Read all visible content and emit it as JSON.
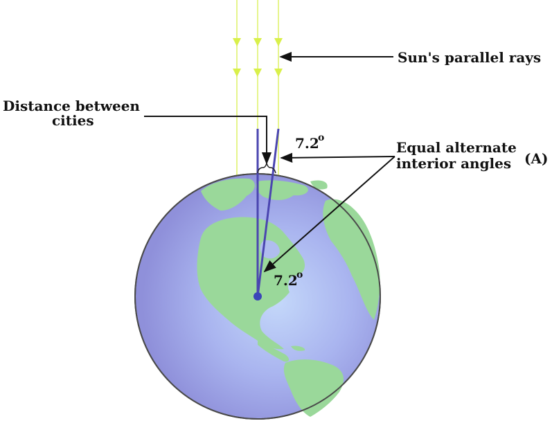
{
  "labels": {
    "sun_rays": "Sun's parallel rays",
    "distance_line1": "Distance between",
    "distance_line2": "cities",
    "angle_top": "7.2",
    "angle_center": "7.2",
    "degree_mark": "o",
    "equal_line1": "Equal alternate",
    "equal_line2": "interior  angles",
    "marker": "(A)"
  },
  "colors": {
    "ray": "#e3f58a",
    "ray_arrow": "#d9f04a",
    "radius_line": "#4a45b0",
    "center_dot": "#3b44b8",
    "ocean_light": "#bcd0f6",
    "ocean_dark": "#8f95dc",
    "land": "#9ad89a",
    "globe_outline": "#4a4a4a",
    "text": "#111111"
  }
}
